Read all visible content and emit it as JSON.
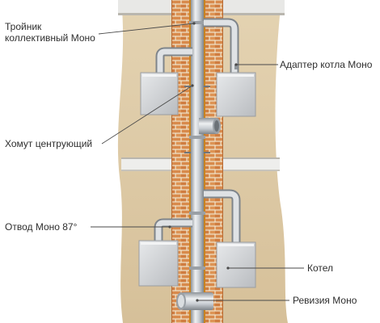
{
  "labels": {
    "tee": [
      "Тройник",
      "коллективный Моно"
    ],
    "adapter": "Адаптер котла Моно",
    "clamp": "Хомут центрующий",
    "elbow": "Отвод Моно 87°",
    "boiler": "Котел",
    "revision": "Ревизия Моно"
  },
  "colors": {
    "wall": "#ddc9a4",
    "brick": "#d88a4c",
    "mortar": "#f0e4cc",
    "insulation": "#e9a235",
    "steel": "#c6cbd0",
    "boiler_body": "#d6d8da",
    "leader": "#4a4a4a"
  }
}
